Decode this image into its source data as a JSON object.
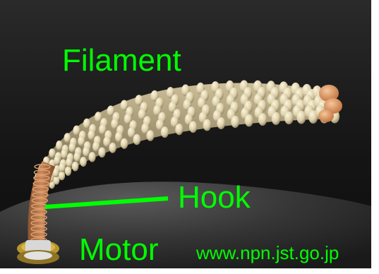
{
  "labels": {
    "filament": "Filament",
    "hook": "Hook",
    "motor": "Motor",
    "credit": "www.npn.jst.go.jp"
  },
  "colors": {
    "label_green": "#00ff00",
    "background_dark": "#1b1b1b",
    "membrane_gray": "#3a3a3a",
    "filament_cream": "#e8dcb8",
    "filament_shadow": "#a89a78",
    "filament_cap_orange": "#e49a66",
    "hook_orange": "#b97446",
    "motor_ring_gold": "#b8962e",
    "motor_base_white": "#d8d8d8"
  },
  "icons": {
    "structure": "bacterial-flagellum-illustration",
    "pointer": "hook-pointer-line"
  }
}
